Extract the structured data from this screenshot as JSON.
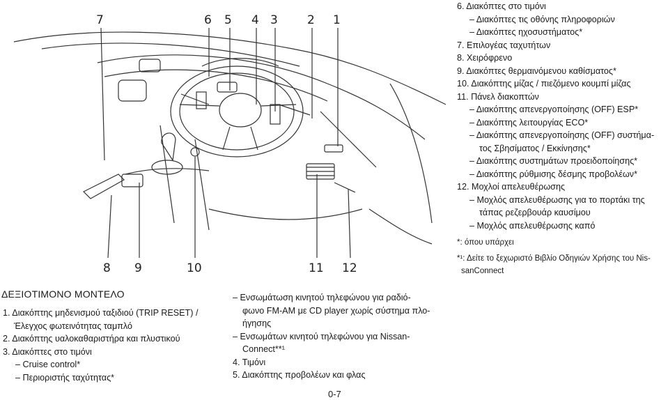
{
  "figure": {
    "callouts": [
      "7",
      "6",
      "5",
      "4",
      "3",
      "2",
      "1",
      "8",
      "9",
      "10",
      "11",
      "12"
    ]
  },
  "right_list": [
    {
      "text": "6.  Διακόπτες στο τιμόνι",
      "indent": 0
    },
    {
      "text": "–  Διακόπτες τις οθόνης πληροφοριών",
      "indent": 1
    },
    {
      "text": "–  Διακόπτες ηχοσυστήματος*",
      "indent": 1
    },
    {
      "text": "7.  Επιλογέας ταχυτήτων",
      "indent": 0
    },
    {
      "text": "8.  Χειρόφρενο",
      "indent": 0
    },
    {
      "text": "9.  Διακόπτες θερμαινόμενου καθίσματος*",
      "indent": 0
    },
    {
      "text": "10. Διακόπτης μίζας / πιεζόμενο κουμπί μίζας",
      "indent": 0
    },
    {
      "text": "11. Πάνελ διακοπτών",
      "indent": 0
    },
    {
      "text": "–  Διακόπτης απενεργοποίησης (OFF) ESP*",
      "indent": 1
    },
    {
      "text": "–  Διακόπτης λειτουργίας ECO*",
      "indent": 1
    },
    {
      "text": "–  Διακόπτης απενεργοποίησης (OFF) συστήμα-",
      "indent": 1
    },
    {
      "text": "τος Σβησίματος / Εκκίνησης*",
      "indent": 2
    },
    {
      "text": "–  Διακόπτης συστημάτων προειδοποίησης*",
      "indent": 1
    },
    {
      "text": "–  Διακόπτης ρύθμισης δέσμης προβολέων*",
      "indent": 1
    },
    {
      "text": "12. Μοχλοί απελευθέρωσης",
      "indent": 0
    },
    {
      "text": "–  Μοχλός απελευθέρωσης για το πορτάκι της",
      "indent": 1
    },
    {
      "text": "τάπας ρεζερβουάρ καυσίμου",
      "indent": 2
    },
    {
      "text": "–  Μοχλός απελευθέρωσης καπό",
      "indent": 1
    }
  ],
  "notes": {
    "note1": "*:  όπου υπάρχει",
    "note2": "*¹:  Δείτε το ξεχωριστό Βιβλίο Οδηγιών Χρήσης του Nis-",
    "note2b": "sanConnect"
  },
  "section_title": "ΔΕΞΙΟΤΙΜΟΝΟ ΜΟΝΤΕΛΟ",
  "col_a": [
    {
      "text": "1.  Διακόπτης μηδενισμού ταξιδιού (TRIP RESET) /",
      "indent": 0
    },
    {
      "text": "Έλεγχος φωτεινότητας ταμπλό",
      "indent": 2
    },
    {
      "text": "2.  Διακόπτης υαλοκαθαριστήρα και πλυστικού",
      "indent": 0
    },
    {
      "text": "3.  Διακόπτες στο τιμόνι",
      "indent": 0
    },
    {
      "text": "–  Cruise control*",
      "indent": 1
    },
    {
      "text": "–  Περιοριστής ταχύτητας*",
      "indent": 1
    }
  ],
  "col_b": [
    {
      "text": "–  Ενσωμάτωση κινητού τηλεφώνου για ραδιό-",
      "indent": 0
    },
    {
      "text": "φωνο FM-AM με CD player χωρίς σύστημα πλο-",
      "indent": 2
    },
    {
      "text": "ήγησης",
      "indent": 2
    },
    {
      "text": "–  Ενσωμάτων κινητού τηλεφώνου για Nissan-",
      "indent": 0
    },
    {
      "text": "Connect**¹",
      "indent": 2
    },
    {
      "text": "4.  Τιμόνι",
      "indent": 0
    },
    {
      "text": "5.  Διακόπτης προβολέων και φλας",
      "indent": 0
    }
  ],
  "page_number": "0-7"
}
